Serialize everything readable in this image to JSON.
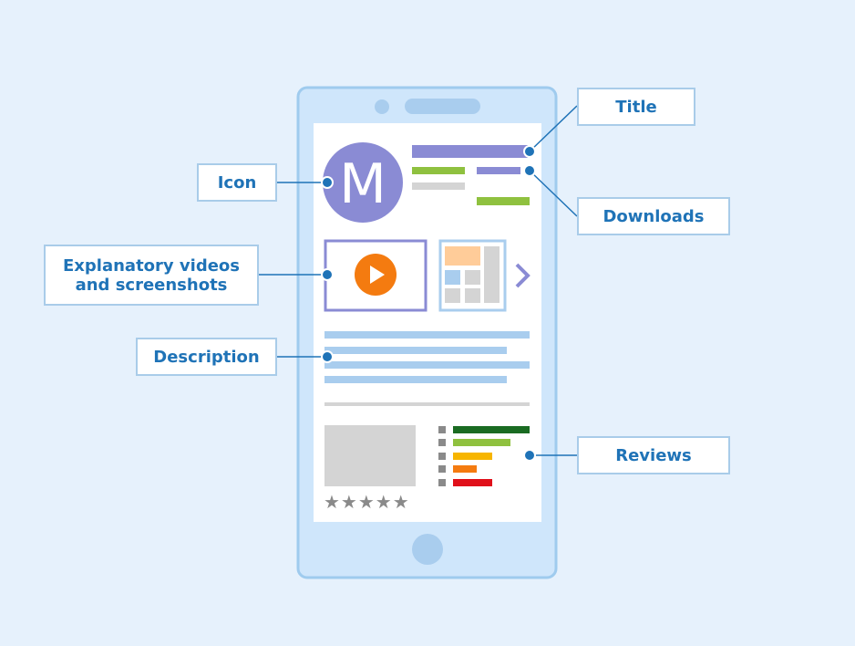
{
  "callouts": {
    "title": "Title",
    "icon": "Icon",
    "downloads": "Downloads",
    "media": "Explanatory videos and screenshots",
    "description": "Description",
    "reviews": "Reviews"
  },
  "app_icon": {
    "letter": "M",
    "color": "#8a8bd4"
  },
  "rating_stars": "★★★★★",
  "colors": {
    "background": "#e6f1fc",
    "phone_body": "#cfe6fb",
    "phone_border": "#9fcbee",
    "accent_blue": "#1f73b7",
    "purple": "#8a8bd4",
    "green": "#8fc13f",
    "orange": "#f47b10",
    "light_blue_line": "#a9cdee",
    "review_bars": [
      "#1a6b22",
      "#8fc13f",
      "#f7b500",
      "#f47b10",
      "#e0101a"
    ]
  }
}
